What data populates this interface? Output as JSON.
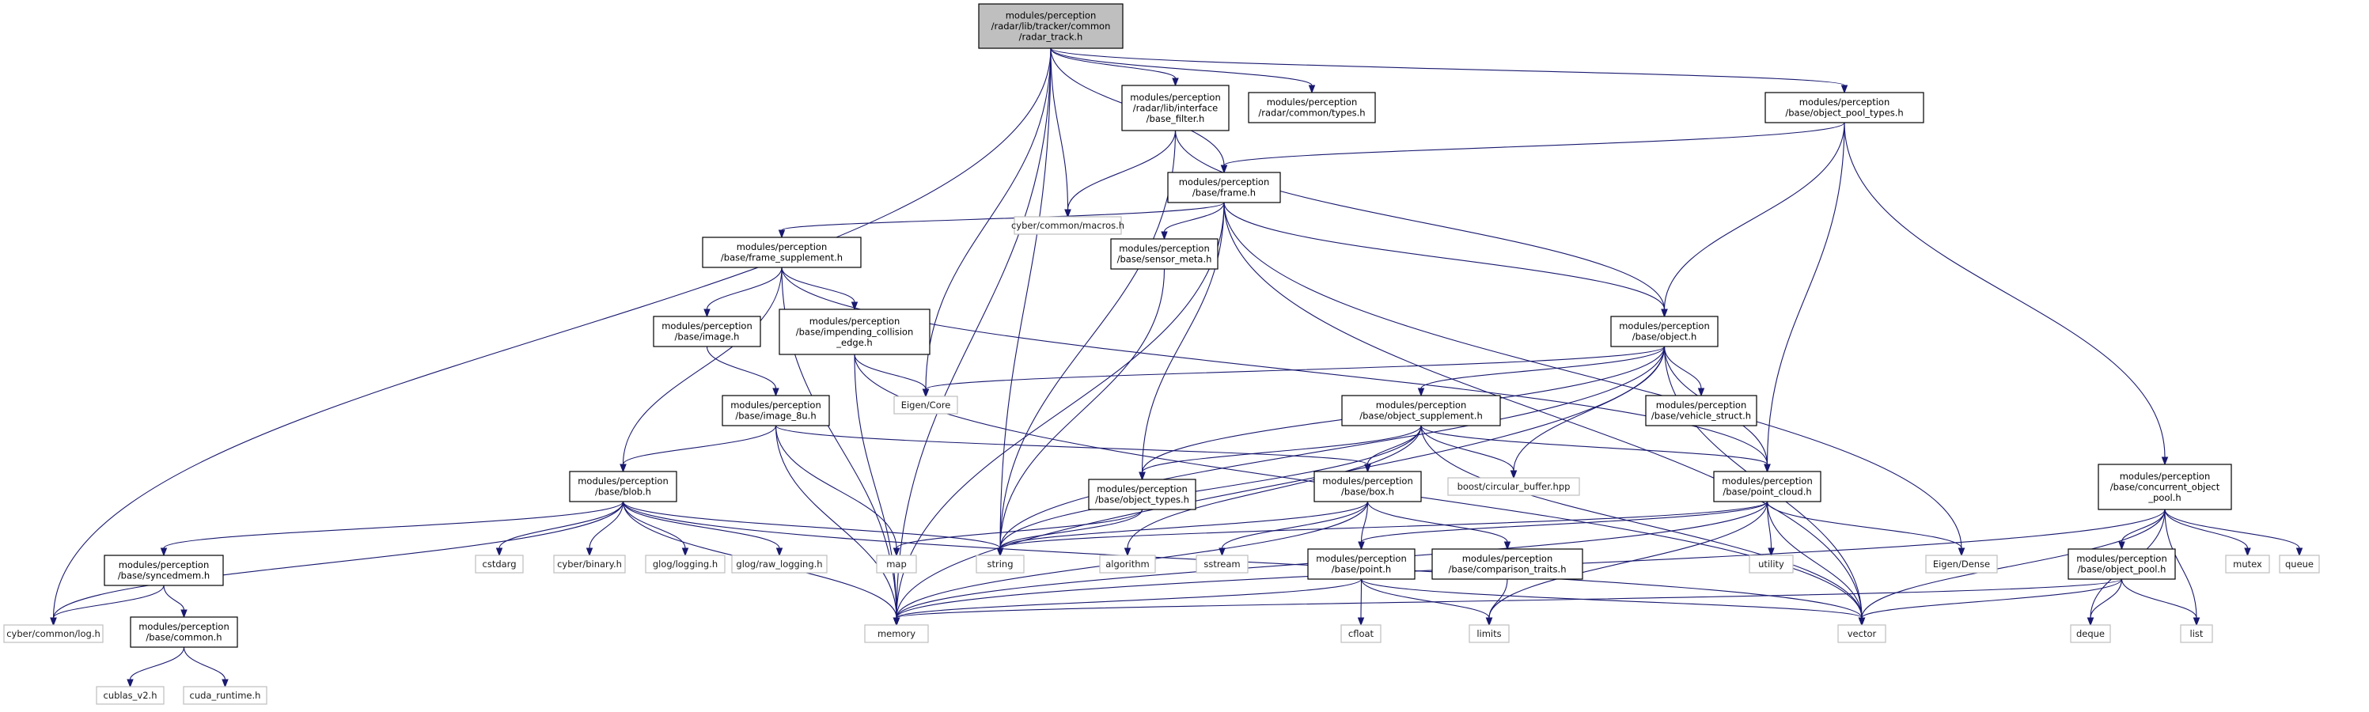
{
  "colors": {
    "edge": "#191970",
    "root_fill": "#bfbfbf",
    "node_border": "#000000",
    "system_border": "#bfbfbf",
    "background": "#ffffff"
  },
  "nodes": [
    {
      "id": "radar_track",
      "kind": "root",
      "lines": [
        "modules/perception",
        "/radar/lib/tracker/common",
        "/radar_track.h"
      ]
    },
    {
      "id": "base_filter",
      "kind": "local",
      "lines": [
        "modules/perception",
        "/radar/lib/interface",
        "/base_filter.h"
      ]
    },
    {
      "id": "radar_types",
      "kind": "local",
      "lines": [
        "modules/perception",
        "/radar/common/types.h"
      ]
    },
    {
      "id": "object_pool_types",
      "kind": "local",
      "lines": [
        "modules/perception",
        "/base/object_pool_types.h"
      ]
    },
    {
      "id": "macros",
      "kind": "system",
      "lines": [
        "cyber/common/macros.h"
      ]
    },
    {
      "id": "frame",
      "kind": "local",
      "lines": [
        "modules/perception",
        "/base/frame.h"
      ]
    },
    {
      "id": "frame_supplement",
      "kind": "local",
      "lines": [
        "modules/perception",
        "/base/frame_supplement.h"
      ]
    },
    {
      "id": "sensor_meta",
      "kind": "local",
      "lines": [
        "modules/perception",
        "/base/sensor_meta.h"
      ]
    },
    {
      "id": "image",
      "kind": "local",
      "lines": [
        "modules/perception",
        "/base/image.h"
      ]
    },
    {
      "id": "impending",
      "kind": "local",
      "lines": [
        "modules/perception",
        "/base/impending_collision",
        "_edge.h"
      ]
    },
    {
      "id": "object",
      "kind": "local",
      "lines": [
        "modules/perception",
        "/base/object.h"
      ]
    },
    {
      "id": "eigen_core",
      "kind": "system",
      "lines": [
        "Eigen/Core"
      ]
    },
    {
      "id": "image_8u",
      "kind": "local",
      "lines": [
        "modules/perception",
        "/base/image_8u.h"
      ]
    },
    {
      "id": "object_supplement",
      "kind": "local",
      "lines": [
        "modules/perception",
        "/base/object_supplement.h"
      ]
    },
    {
      "id": "vehicle_struct",
      "kind": "local",
      "lines": [
        "modules/perception",
        "/base/vehicle_struct.h"
      ]
    },
    {
      "id": "blob",
      "kind": "local",
      "lines": [
        "modules/perception",
        "/base/blob.h"
      ]
    },
    {
      "id": "object_types",
      "kind": "local",
      "lines": [
        "modules/perception",
        "/base/object_types.h"
      ]
    },
    {
      "id": "box",
      "kind": "local",
      "lines": [
        "modules/perception",
        "/base/box.h"
      ]
    },
    {
      "id": "circular_buffer",
      "kind": "system",
      "lines": [
        "boost/circular_buffer.hpp"
      ]
    },
    {
      "id": "point_cloud",
      "kind": "local",
      "lines": [
        "modules/perception",
        "/base/point_cloud.h"
      ]
    },
    {
      "id": "concurrent_pool",
      "kind": "local",
      "lines": [
        "modules/perception",
        "/base/concurrent_object",
        "_pool.h"
      ]
    },
    {
      "id": "syncedmem",
      "kind": "local",
      "lines": [
        "modules/perception",
        "/base/syncedmem.h"
      ]
    },
    {
      "id": "cstdarg",
      "kind": "system",
      "lines": [
        "cstdarg"
      ]
    },
    {
      "id": "cyber_binary",
      "kind": "system",
      "lines": [
        "cyber/binary.h"
      ]
    },
    {
      "id": "glog_logging",
      "kind": "system",
      "lines": [
        "glog/logging.h"
      ]
    },
    {
      "id": "glog_raw",
      "kind": "system",
      "lines": [
        "glog/raw_logging.h"
      ]
    },
    {
      "id": "map",
      "kind": "system",
      "lines": [
        "map"
      ]
    },
    {
      "id": "string",
      "kind": "system",
      "lines": [
        "string"
      ]
    },
    {
      "id": "algorithm",
      "kind": "system",
      "lines": [
        "algorithm"
      ]
    },
    {
      "id": "sstream",
      "kind": "system",
      "lines": [
        "sstream"
      ]
    },
    {
      "id": "point",
      "kind": "local",
      "lines": [
        "modules/perception",
        "/base/point.h"
      ]
    },
    {
      "id": "comparison_traits",
      "kind": "local",
      "lines": [
        "modules/perception",
        "/base/comparison_traits.h"
      ]
    },
    {
      "id": "utility",
      "kind": "system",
      "lines": [
        "utility"
      ]
    },
    {
      "id": "eigen_dense",
      "kind": "system",
      "lines": [
        "Eigen/Dense"
      ]
    },
    {
      "id": "object_pool",
      "kind": "local",
      "lines": [
        "modules/perception",
        "/base/object_pool.h"
      ]
    },
    {
      "id": "mutex",
      "kind": "system",
      "lines": [
        "mutex"
      ]
    },
    {
      "id": "queue",
      "kind": "system",
      "lines": [
        "queue"
      ]
    },
    {
      "id": "cyber_log",
      "kind": "system",
      "lines": [
        "cyber/common/log.h"
      ]
    },
    {
      "id": "common",
      "kind": "local",
      "lines": [
        "modules/perception",
        "/base/common.h"
      ]
    },
    {
      "id": "memory",
      "kind": "system",
      "lines": [
        "memory"
      ]
    },
    {
      "id": "cfloat",
      "kind": "system",
      "lines": [
        "cfloat"
      ]
    },
    {
      "id": "limits",
      "kind": "system",
      "lines": [
        "limits"
      ]
    },
    {
      "id": "vector",
      "kind": "system",
      "lines": [
        "vector"
      ]
    },
    {
      "id": "deque",
      "kind": "system",
      "lines": [
        "deque"
      ]
    },
    {
      "id": "list",
      "kind": "system",
      "lines": [
        "list"
      ]
    },
    {
      "id": "cublas",
      "kind": "system",
      "lines": [
        "cublas_v2.h"
      ]
    },
    {
      "id": "cuda_runtime",
      "kind": "system",
      "lines": [
        "cuda_runtime.h"
      ]
    }
  ],
  "edges": [
    [
      "radar_track",
      "base_filter"
    ],
    [
      "radar_track",
      "radar_types"
    ],
    [
      "radar_track",
      "object_pool_types"
    ],
    [
      "radar_track",
      "macros"
    ],
    [
      "radar_track",
      "frame"
    ],
    [
      "radar_track",
      "eigen_core"
    ],
    [
      "radar_track",
      "string"
    ],
    [
      "radar_track",
      "memory"
    ],
    [
      "radar_track",
      "cyber_log"
    ],
    [
      "base_filter",
      "macros"
    ],
    [
      "base_filter",
      "object"
    ],
    [
      "base_filter",
      "string"
    ],
    [
      "object_pool_types",
      "frame"
    ],
    [
      "object_pool_types",
      "object"
    ],
    [
      "object_pool_types",
      "point_cloud"
    ],
    [
      "object_pool_types",
      "concurrent_pool"
    ],
    [
      "frame",
      "frame_supplement"
    ],
    [
      "frame",
      "sensor_meta"
    ],
    [
      "frame",
      "object"
    ],
    [
      "frame",
      "object_types"
    ],
    [
      "frame",
      "eigen_dense"
    ],
    [
      "frame",
      "vector"
    ],
    [
      "frame",
      "memory"
    ],
    [
      "frame_supplement",
      "image"
    ],
    [
      "frame_supplement",
      "impending"
    ],
    [
      "frame_supplement",
      "blob"
    ],
    [
      "frame_supplement",
      "point_cloud"
    ],
    [
      "frame_supplement",
      "memory"
    ],
    [
      "sensor_meta",
      "string"
    ],
    [
      "image",
      "image_8u"
    ],
    [
      "impending",
      "eigen_core"
    ],
    [
      "impending",
      "memory"
    ],
    [
      "impending",
      "vector"
    ],
    [
      "object",
      "eigen_core"
    ],
    [
      "object",
      "object_supplement"
    ],
    [
      "object",
      "vehicle_struct"
    ],
    [
      "object",
      "object_types"
    ],
    [
      "object",
      "circular_buffer"
    ],
    [
      "object",
      "point_cloud"
    ],
    [
      "object",
      "string"
    ],
    [
      "object",
      "vector"
    ],
    [
      "object",
      "memory"
    ],
    [
      "image_8u",
      "blob"
    ],
    [
      "image_8u",
      "box"
    ],
    [
      "image_8u",
      "map"
    ],
    [
      "image_8u",
      "memory"
    ],
    [
      "object_supplement",
      "object_types"
    ],
    [
      "object_supplement",
      "box"
    ],
    [
      "object_supplement",
      "circular_buffer"
    ],
    [
      "object_supplement",
      "point_cloud"
    ],
    [
      "object_supplement",
      "string"
    ],
    [
      "object_supplement",
      "algorithm"
    ],
    [
      "object_supplement",
      "vector"
    ],
    [
      "blob",
      "syncedmem"
    ],
    [
      "blob",
      "cstdarg"
    ],
    [
      "blob",
      "cyber_binary"
    ],
    [
      "blob",
      "glog_logging"
    ],
    [
      "blob",
      "glog_raw"
    ],
    [
      "blob",
      "string"
    ],
    [
      "blob",
      "memory"
    ],
    [
      "blob",
      "cyber_log"
    ],
    [
      "blob",
      "vector"
    ],
    [
      "object_types",
      "map"
    ],
    [
      "object_types",
      "string"
    ],
    [
      "box",
      "point"
    ],
    [
      "box",
      "comparison_traits"
    ],
    [
      "box",
      "sstream"
    ],
    [
      "box",
      "string"
    ],
    [
      "box",
      "memory"
    ],
    [
      "point_cloud",
      "point"
    ],
    [
      "point_cloud",
      "utility"
    ],
    [
      "point_cloud",
      "eigen_dense"
    ],
    [
      "point_cloud",
      "vector"
    ],
    [
      "point_cloud",
      "limits"
    ],
    [
      "point_cloud",
      "string"
    ],
    [
      "point_cloud",
      "memory"
    ],
    [
      "concurrent_pool",
      "object_pool"
    ],
    [
      "concurrent_pool",
      "mutex"
    ],
    [
      "concurrent_pool",
      "queue"
    ],
    [
      "concurrent_pool",
      "deque"
    ],
    [
      "concurrent_pool",
      "list"
    ],
    [
      "concurrent_pool",
      "vector"
    ],
    [
      "concurrent_pool",
      "memory"
    ],
    [
      "syncedmem",
      "common"
    ],
    [
      "syncedmem",
      "cyber_log"
    ],
    [
      "common",
      "cublas"
    ],
    [
      "common",
      "cuda_runtime"
    ],
    [
      "point",
      "cfloat"
    ],
    [
      "point",
      "limits"
    ],
    [
      "point",
      "memory"
    ],
    [
      "point",
      "vector"
    ],
    [
      "comparison_traits",
      "limits"
    ],
    [
      "object_pool",
      "deque"
    ],
    [
      "object_pool",
      "list"
    ],
    [
      "object_pool",
      "vector"
    ],
    [
      "object_pool",
      "memory"
    ]
  ]
}
